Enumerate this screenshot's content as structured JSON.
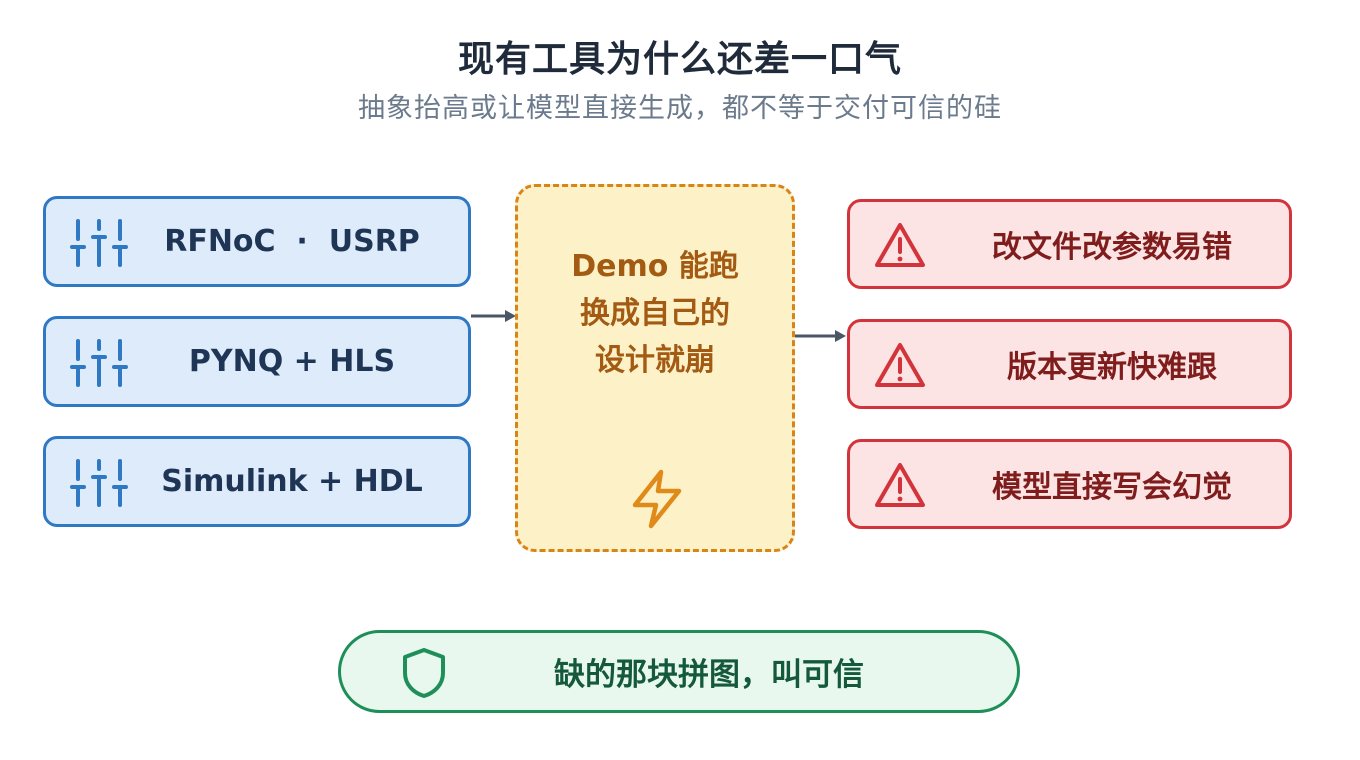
{
  "header": {
    "title": "现有工具为什么还差一口气",
    "subtitle": "抽象抬高或让模型直接生成，都不等于交付可信的硅"
  },
  "tools": [
    {
      "label": "RFNoC  ·  USRP",
      "icon": "sliders-icon"
    },
    {
      "label": "PYNQ + HLS",
      "icon": "sliders-icon"
    },
    {
      "label": "Simulink + HDL",
      "icon": "sliders-icon"
    }
  ],
  "center": {
    "line1": "Demo 能跑",
    "line2": "换成自己的",
    "line3": "设计就崩",
    "icon": "lightning-icon"
  },
  "issues": [
    {
      "label": "改文件改参数易错",
      "icon": "warning-icon"
    },
    {
      "label": "版本更新快难跟",
      "icon": "warning-icon"
    },
    {
      "label": "模型直接写会幻觉",
      "icon": "warning-icon"
    }
  ],
  "trust": {
    "label": "缺的那块拼图，叫可信",
    "icon": "shield-icon"
  },
  "colors": {
    "tool_border": "#2f78c4",
    "tool_fill": "#deebfb",
    "center_border": "#d98418",
    "center_fill": "#fdf1c7",
    "issue_border": "#d3343b",
    "issue_fill": "#fde4e4",
    "trust_border": "#1f8f5a",
    "trust_fill": "#e8f8ef",
    "arrow": "#4a5566"
  }
}
